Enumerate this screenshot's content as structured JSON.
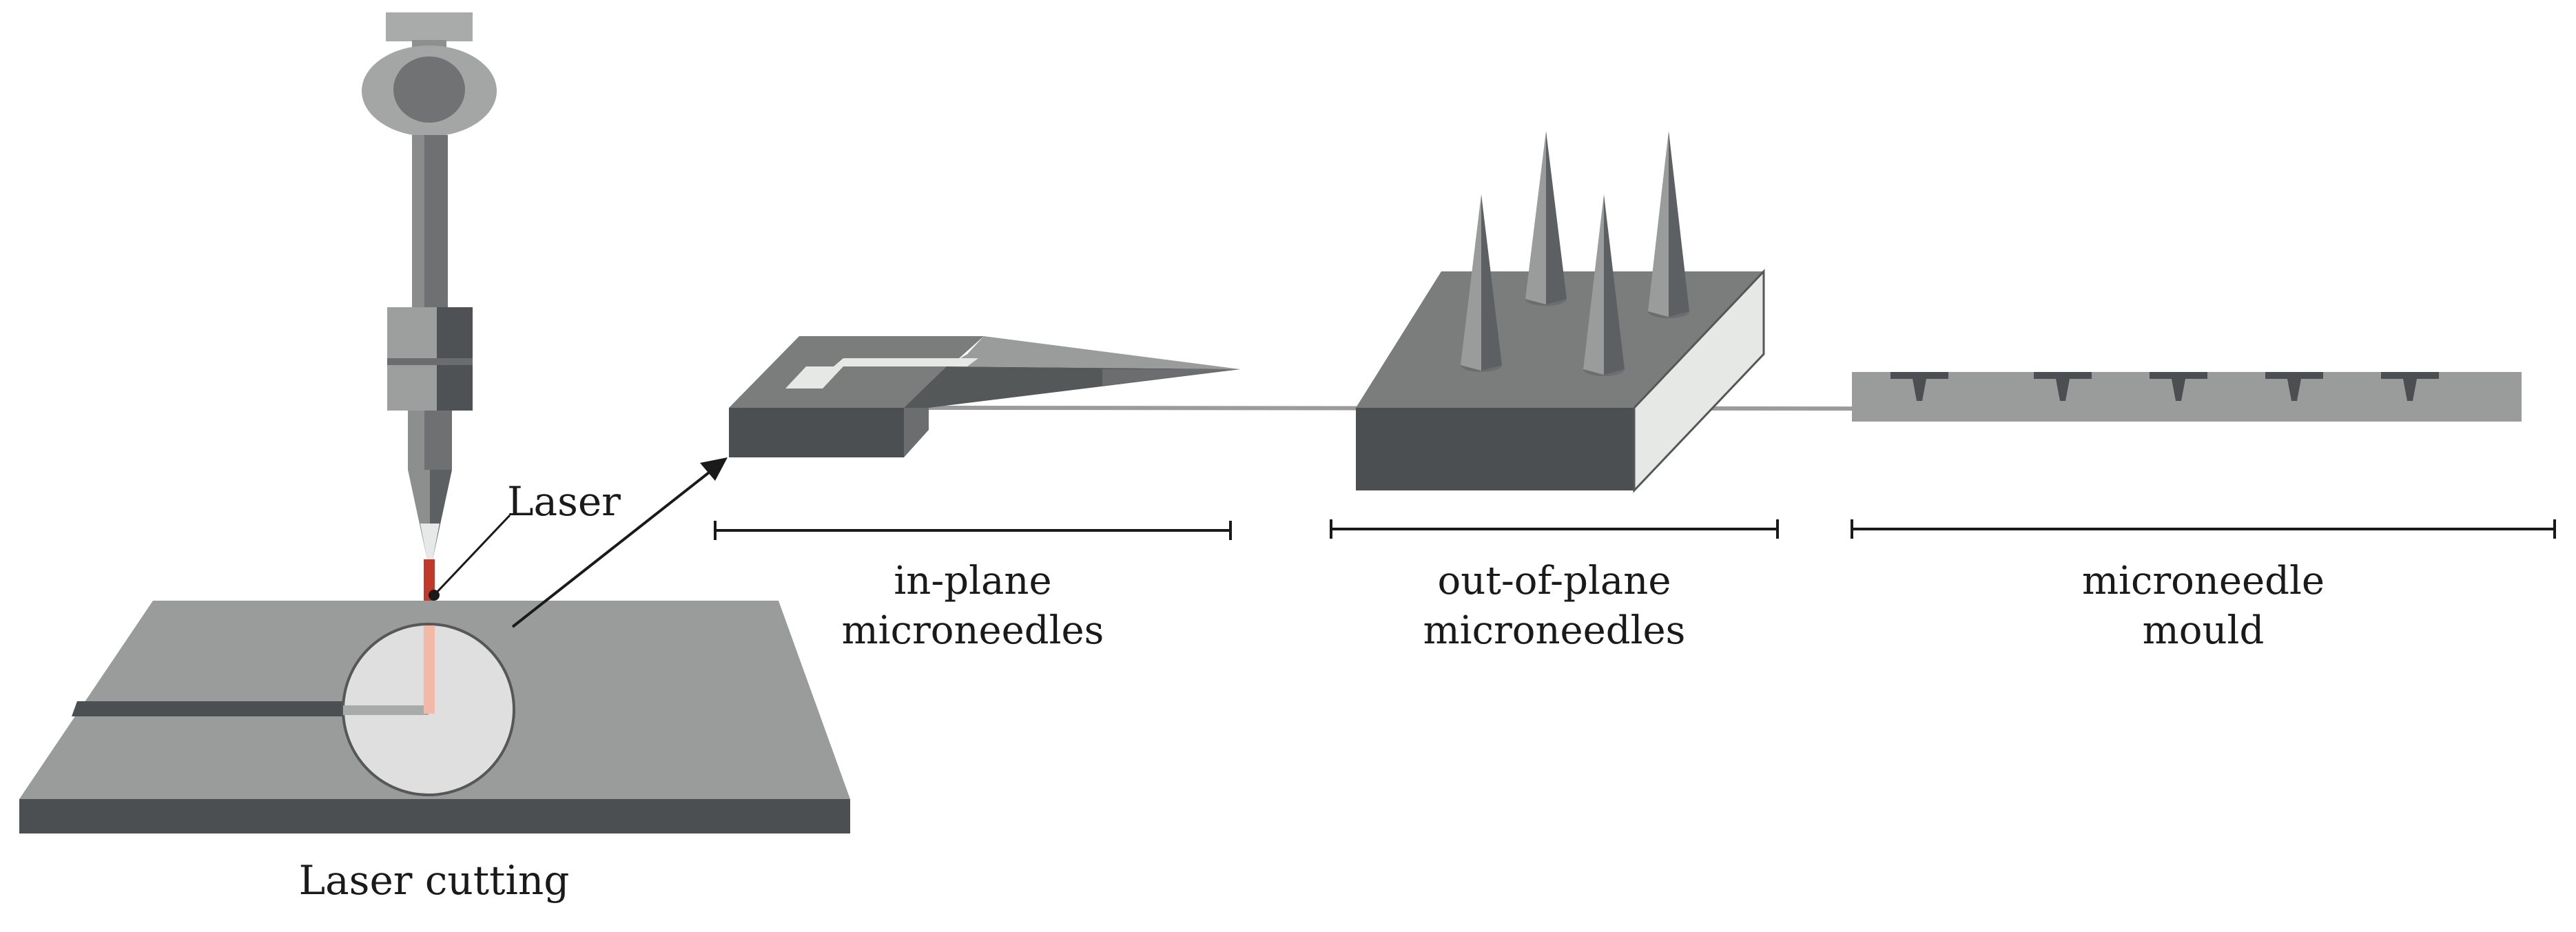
{
  "labels": {
    "laser": "Laser",
    "laser_cutting": "Laser cutting",
    "in_plane_line1": "in-plane",
    "in_plane_line2": "microneedles",
    "out_of_plane_line1": "out-of-plane",
    "out_of_plane_line2": "microneedles",
    "mould_line1": "microneedle",
    "mould_line2": "mould"
  },
  "colors": {
    "light_gray": "#9a9c9b",
    "mid_gray": "#7b7d7d",
    "dark_gray": "#4c4f51",
    "pale_gray": "#e6e8e6",
    "laser_red": "#c0392b",
    "laser_glow": "#f3b8a8"
  }
}
